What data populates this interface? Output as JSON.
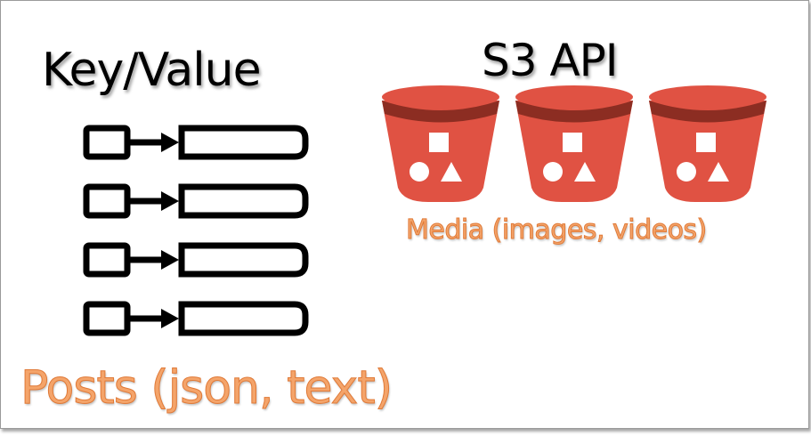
{
  "left_panel": {
    "title": "Key/Value",
    "caption": "Posts (json, text)",
    "pair_count": 4
  },
  "right_panel": {
    "title": "S3 API",
    "caption": "Media (images, videos)",
    "bucket_count": 3
  },
  "colors": {
    "bucket_fill": "#e05243",
    "bucket_shadow": "#8c2d22",
    "caption_fill": "#f4a46a",
    "caption_stroke": "#e07a38"
  },
  "icons": [
    "key-value-pair-icon",
    "arrow-right-icon",
    "s3-bucket-icon",
    "square-icon",
    "circle-icon",
    "triangle-icon"
  ]
}
